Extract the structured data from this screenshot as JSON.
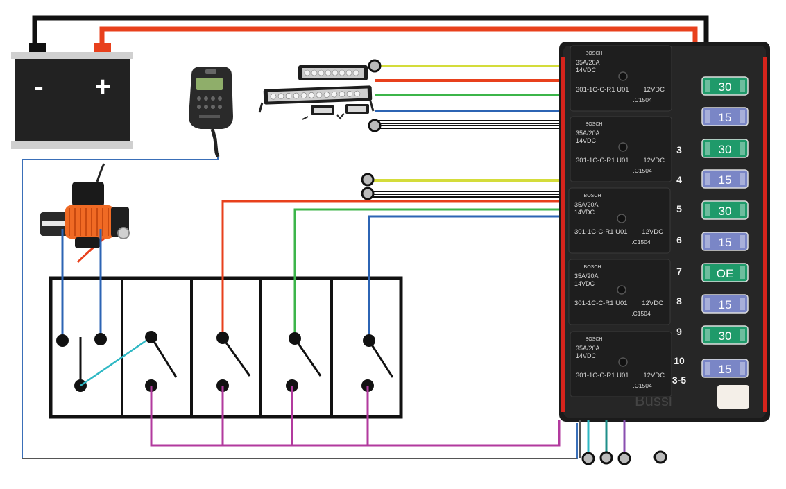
{
  "battery": {
    "neg_label": "-",
    "pos_label": "+"
  },
  "relays": [
    {
      "logo": "BOSCH",
      "rating": "35A/20A",
      "voltage": "14VDC",
      "part": "301-1C-C-R1 U01",
      "coil": "12VDC",
      "code": ".C1504"
    },
    {
      "logo": "BOSCH",
      "rating": "35A/20A",
      "voltage": "14VDC",
      "part": "301-1C-C-R1 U01",
      "coil": "12VDC",
      "code": ".C1504"
    },
    {
      "logo": "BOSCH",
      "rating": "35A/20A",
      "voltage": "14VDC",
      "part": "301-1C-C-R1 U01",
      "coil": "12VDC",
      "code": ".C1504"
    },
    {
      "logo": "BOSCH",
      "rating": "35A/20A",
      "voltage": "14VDC",
      "part": "301-1C-C-R1 U01",
      "coil": "12VDC",
      "code": ".C1504"
    },
    {
      "logo": "BOSCH",
      "rating": "35A/20A",
      "voltage": "14VDC",
      "part": "301-1C-C-R1 U01",
      "coil": "12VDC",
      "code": ".C1504"
    }
  ],
  "fuses": [
    {
      "value": "30",
      "color": "#1f9a6a"
    },
    {
      "value": "15",
      "color": "#7a86c6"
    },
    {
      "value": "30",
      "color": "#1f9a6a"
    },
    {
      "value": "15",
      "color": "#7a86c6"
    },
    {
      "value": "30",
      "color": "#1f9a6a"
    },
    {
      "value": "15",
      "color": "#7a86c6"
    },
    {
      "value": "OE",
      "color": "#1f9a6a"
    },
    {
      "value": "15",
      "color": "#7a86c6"
    },
    {
      "value": "30",
      "color": "#1f9a6a"
    },
    {
      "value": "15",
      "color": "#7a86c6"
    }
  ],
  "fuse_numbers": [
    "3",
    "4",
    "5",
    "6",
    "7",
    "8",
    "9",
    "10",
    "3-5"
  ],
  "box_brand": "Bussi",
  "wire_colors": {
    "black": "#111111",
    "red": "#e8401c",
    "yellow": "#d4dc3a",
    "green": "#3cb54a",
    "blue": "#2c64b4",
    "white": "#ffffff",
    "cyan": "#2fb8c4",
    "magenta": "#b23a9e",
    "gray": "#555555",
    "teal": "#1f8f8a",
    "purple": "#8a4fb0"
  }
}
